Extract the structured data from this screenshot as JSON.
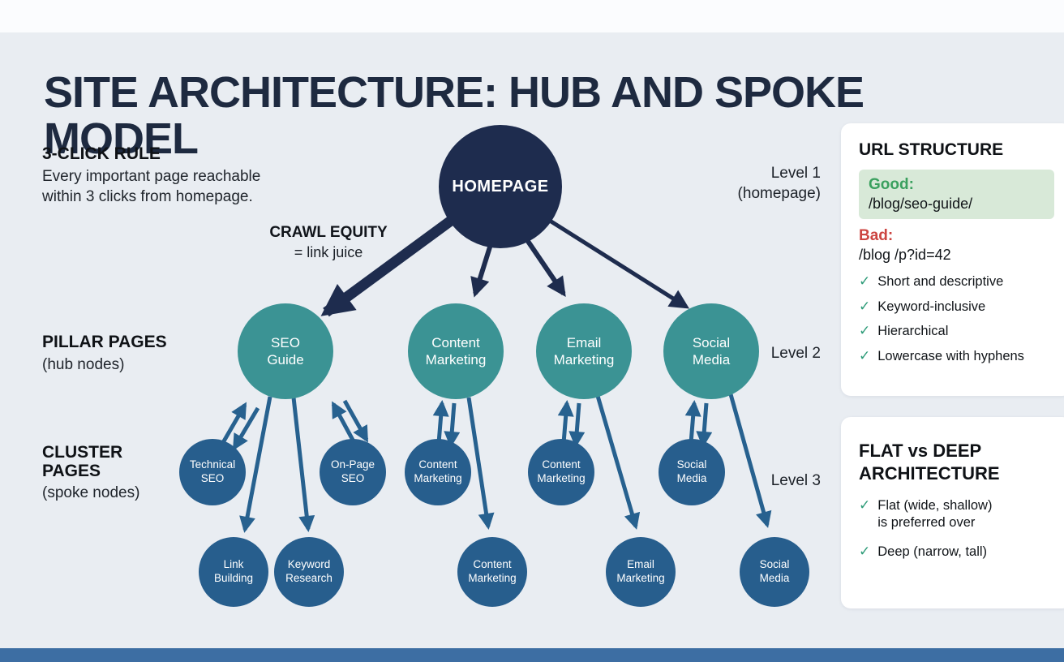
{
  "title": "SITE ARCHITECTURE: HUB AND SPOKE MODEL",
  "annotations": {
    "three_click_rule": {
      "heading": "3-CLICK RULE",
      "description": "Every important page reachable\nwithin 3 clicks from homepage."
    },
    "crawl_equity": {
      "line1": "CRAWL EQUITY",
      "line2": "= link juice"
    },
    "pillar_pages": {
      "heading": "PILLAR PAGES",
      "sub": "(hub nodes)"
    },
    "cluster_pages": {
      "heading": "CLUSTER\nPAGES",
      "sub": "(spoke nodes)"
    },
    "levels": {
      "level1": "Level 1\n(homepage)",
      "level2": "Level 2",
      "level3": "Level 3"
    }
  },
  "diagram": {
    "homepage": "HOMEPAGE",
    "pillars": [
      "SEO\nGuide",
      "Content\nMarketing",
      "Email\nMarketing",
      "Social\nMedia"
    ],
    "clusters": [
      "Technical\nSEO",
      "On-Page\nSEO",
      "Content\nMarketing",
      "Content\nMarketing",
      "Social\nMedia"
    ],
    "deep_pages": [
      "Link\nBuilding",
      "Keyword\nResearch",
      "Content\nMarketing",
      "Email\nMarketing",
      "Social\nMedia"
    ]
  },
  "panels": {
    "url_structure": {
      "heading": "URL STRUCTURE",
      "good_label": "Good:",
      "good_value": "/blog/seo-guide/",
      "bad_label": "Bad:",
      "bad_value": "/blog /p?id=42",
      "checks": [
        "Short and descriptive",
        "Keyword-inclusive",
        "Hierarchical",
        "Lowercase with hyphens"
      ]
    },
    "flat_vs_deep": {
      "heading": "FLAT vs DEEP\nARCHITECTURE",
      "checks": [
        "Flat (wide, shallow)\nis preferred over",
        "Deep (narrow, tall)"
      ]
    }
  },
  "icons": {
    "check": "✓"
  },
  "colors": {
    "background": "#e9edf2",
    "navy_node": "#1e2c4e",
    "teal_node": "#3b9394",
    "blue_node": "#275e8d",
    "blue_arrow": "#27618f",
    "check_green": "#2d9b78",
    "good_green": "#3aa05e",
    "good_bg": "#d8e9d8",
    "bad_red": "#cc4440",
    "bottom_bar": "#3d6ea3"
  }
}
